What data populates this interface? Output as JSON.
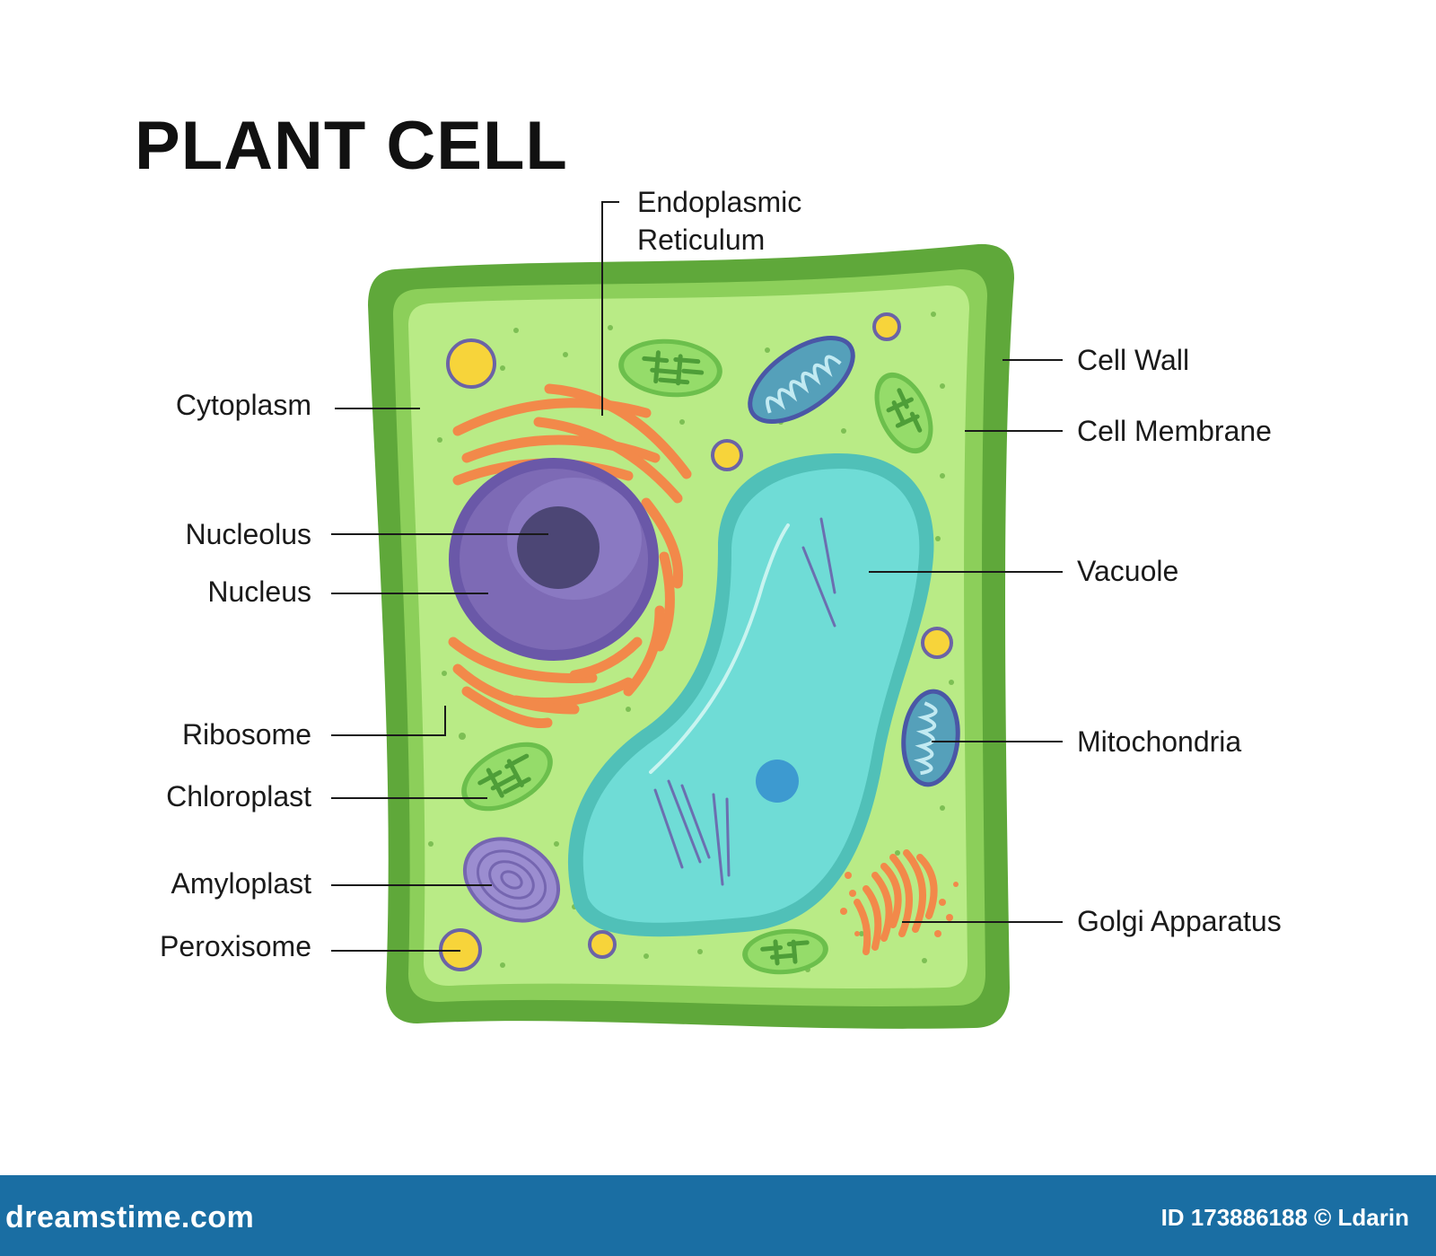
{
  "title": "PLANT CELL",
  "labels": {
    "endoplasmic_reticulum": [
      "Endoplasmic",
      "Reticulum"
    ],
    "cytoplasm": "Cytoplasm",
    "nucleolus": "Nucleolus",
    "nucleus": "Nucleus",
    "ribosome": "Ribosome",
    "chloroplast": "Chloroplast",
    "amyloplast": "Amyloplast",
    "peroxisome": "Peroxisome",
    "cell_wall": "Cell Wall",
    "cell_membrane": "Cell Membrane",
    "vacuole": "Vacuole",
    "mitochondria": "Mitochondria",
    "golgi_apparatus": "Golgi Apparatus"
  },
  "footer": {
    "brand": "dreamstime.com",
    "image_id": "ID 173886188 © Ldarin"
  },
  "colors": {
    "cell_wall": "#5fa83a",
    "membrane": "#8ccf5a",
    "cytoplasm": "#b9eb86",
    "vacuole": "#6fdcd6",
    "nucleus": "#7d6ab5",
    "nucleolus": "#4c4675",
    "er": "#f2894a",
    "mitochondria": "#5fa9c0",
    "chloroplast": "#95dc6a",
    "peroxisome": "#f7d43a",
    "amyloplast": "#9b8dd0",
    "footer": "#1a6ea3"
  }
}
